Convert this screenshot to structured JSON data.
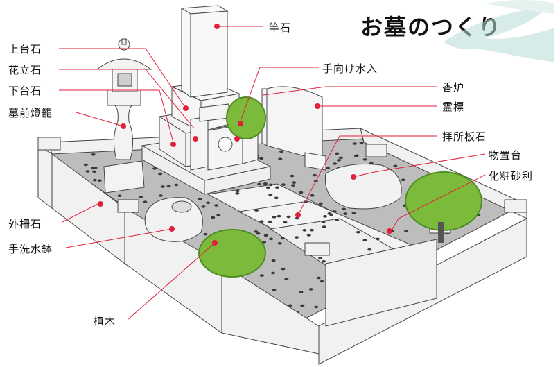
{
  "title": "お墓のつくり",
  "labels": {
    "saoishi": "竿石",
    "joudaiishi": "上台石",
    "kaedaiishi": "花立石",
    "shitadaiishi": "下台石",
    "tourou": "墓前燈籠",
    "temuke": "手向け水入",
    "kouro": "香炉",
    "reihyou": "霊標",
    "haisho": "拝所板石",
    "monooki": "物置台",
    "keshou": "化粧砂利",
    "gaisaku": "外柵石",
    "chouzubachi": "手洗水鉢",
    "shokuboku": "植木"
  },
  "colors": {
    "leader": "#e0203a",
    "dot": "#e0203a",
    "stone": "#eeeeee",
    "stone_edge": "#444444",
    "gravel": "#b9b9b9",
    "plant": "#7cba3c",
    "plant_dark": "#4f8c22",
    "decor": "#9fc9c4"
  }
}
